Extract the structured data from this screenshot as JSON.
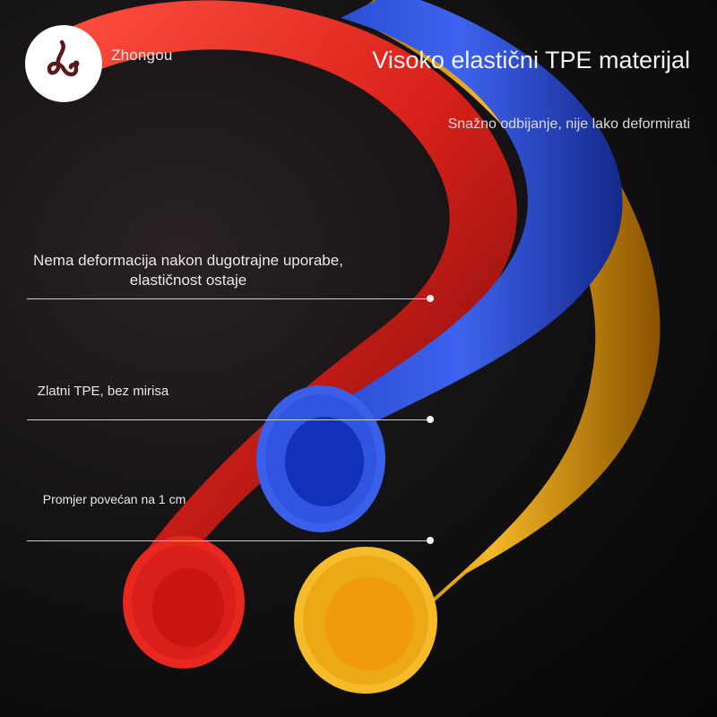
{
  "brand": {
    "name": "Zhongou"
  },
  "headline": "Visoko elastični TPE materijal",
  "subheadline": "Snažno odbijanje, nije lako deformirati",
  "callouts": [
    {
      "text": "Nema deformacija nakon dugotrajne uporabe, elastičnost ostaje"
    },
    {
      "text": "Zlatni TPE, bez mirisa"
    },
    {
      "text": "Promjer povećan na 1 cm"
    }
  ],
  "colors": {
    "red": "#e0261f",
    "blue": "#2a4fd6",
    "yellow": "#f2b21a",
    "background": "#0b0b0d",
    "logo": "#5a1a1a"
  },
  "icons": [
    "brand-logo-icon"
  ]
}
